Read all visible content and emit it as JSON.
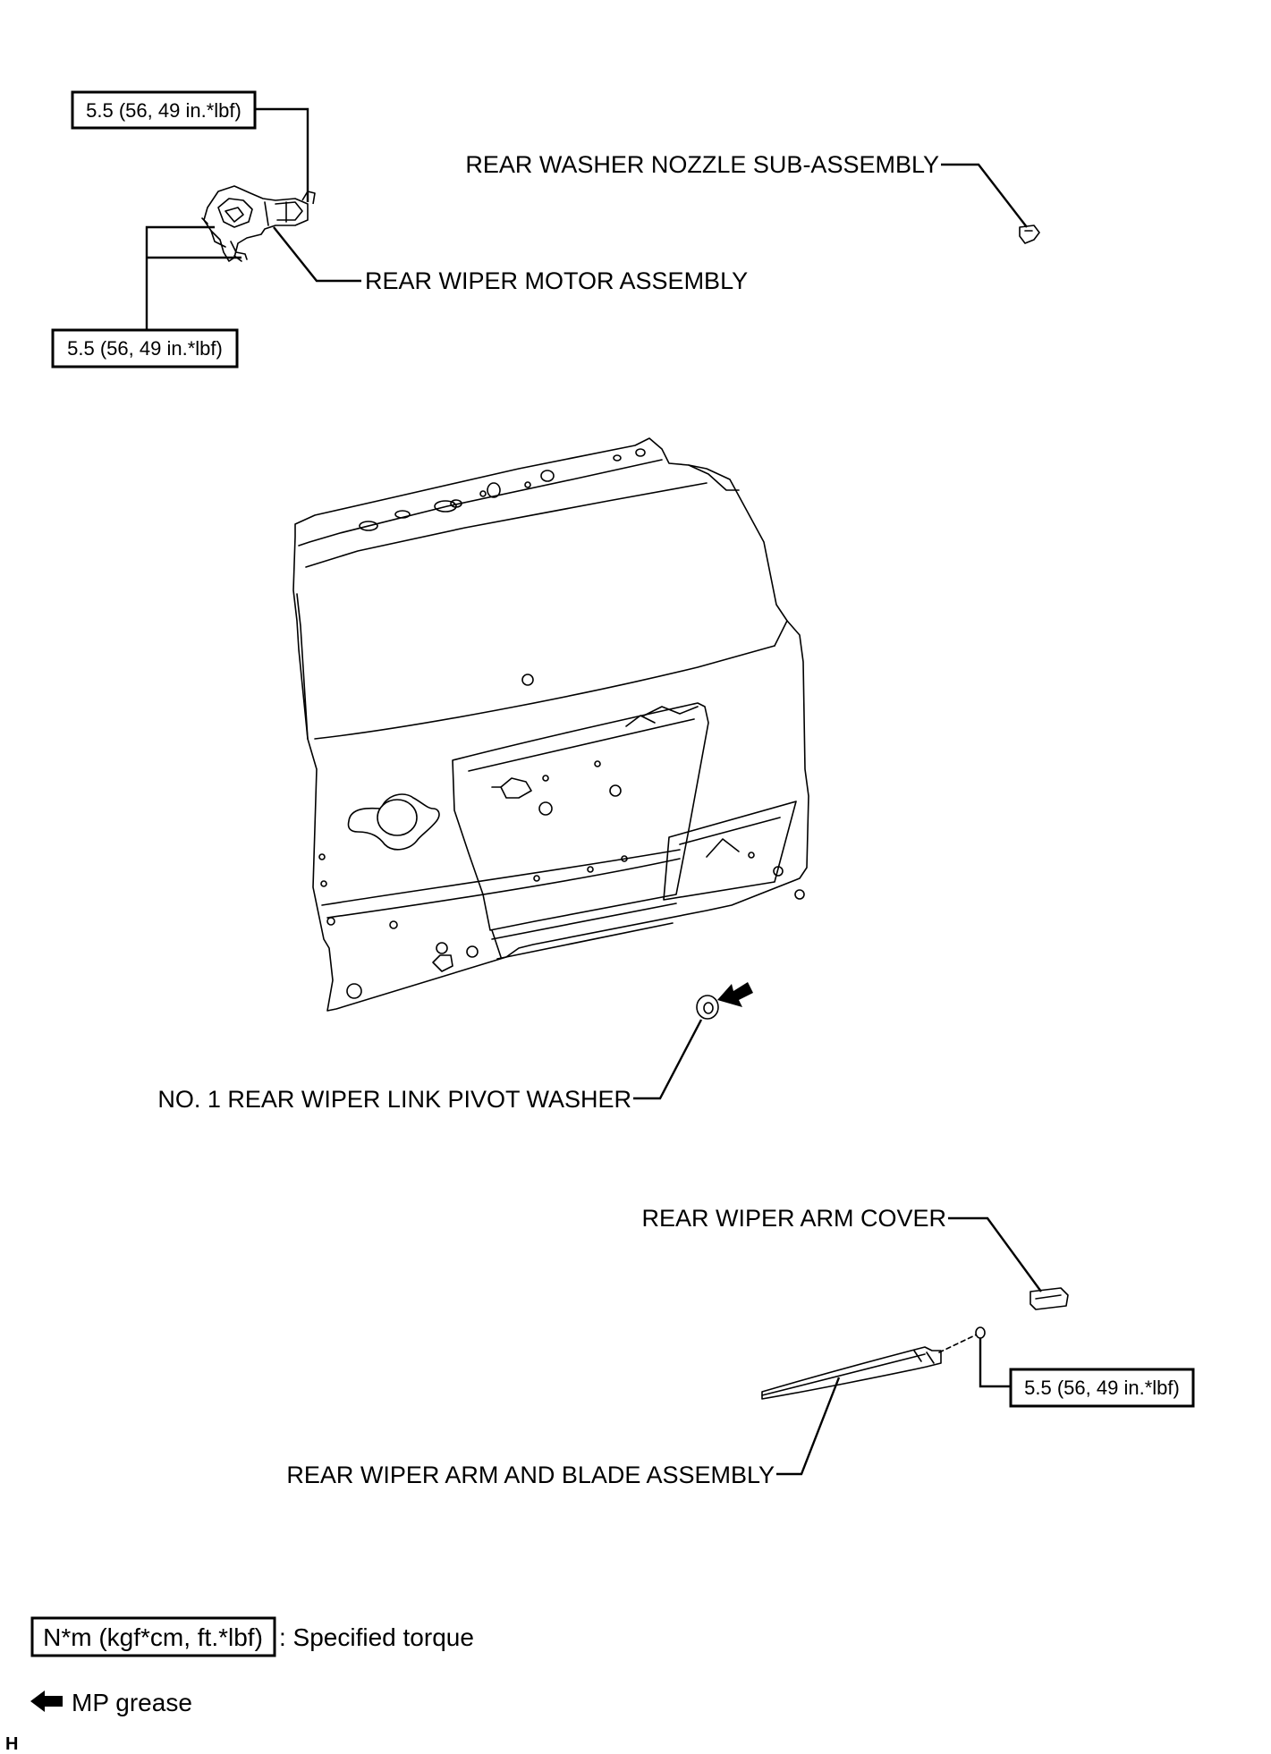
{
  "labels": {
    "washer_nozzle": "REAR WASHER NOZZLE SUB-ASSEMBLY",
    "wiper_motor": "REAR WIPER MOTOR ASSEMBLY",
    "pivot_washer": "NO. 1 REAR WIPER LINK PIVOT WASHER",
    "arm_cover": "REAR WIPER ARM COVER",
    "arm_blade": "REAR WIPER ARM AND BLADE ASSEMBLY"
  },
  "torques": {
    "motor_top": "5.5 (56, 49 in.*lbf)",
    "motor_bottom": "5.5 (56, 49 in.*lbf)",
    "arm_nut": "5.5 (56, 49 in.*lbf)"
  },
  "legend": {
    "torque_unit": "N*m (kgf*cm, ft.*lbf)",
    "torque_desc": ": Specified torque",
    "grease_desc": "MP grease"
  },
  "footer": {
    "code": "H"
  },
  "icons": {
    "grease_marker": "grease-arrow-icon"
  }
}
